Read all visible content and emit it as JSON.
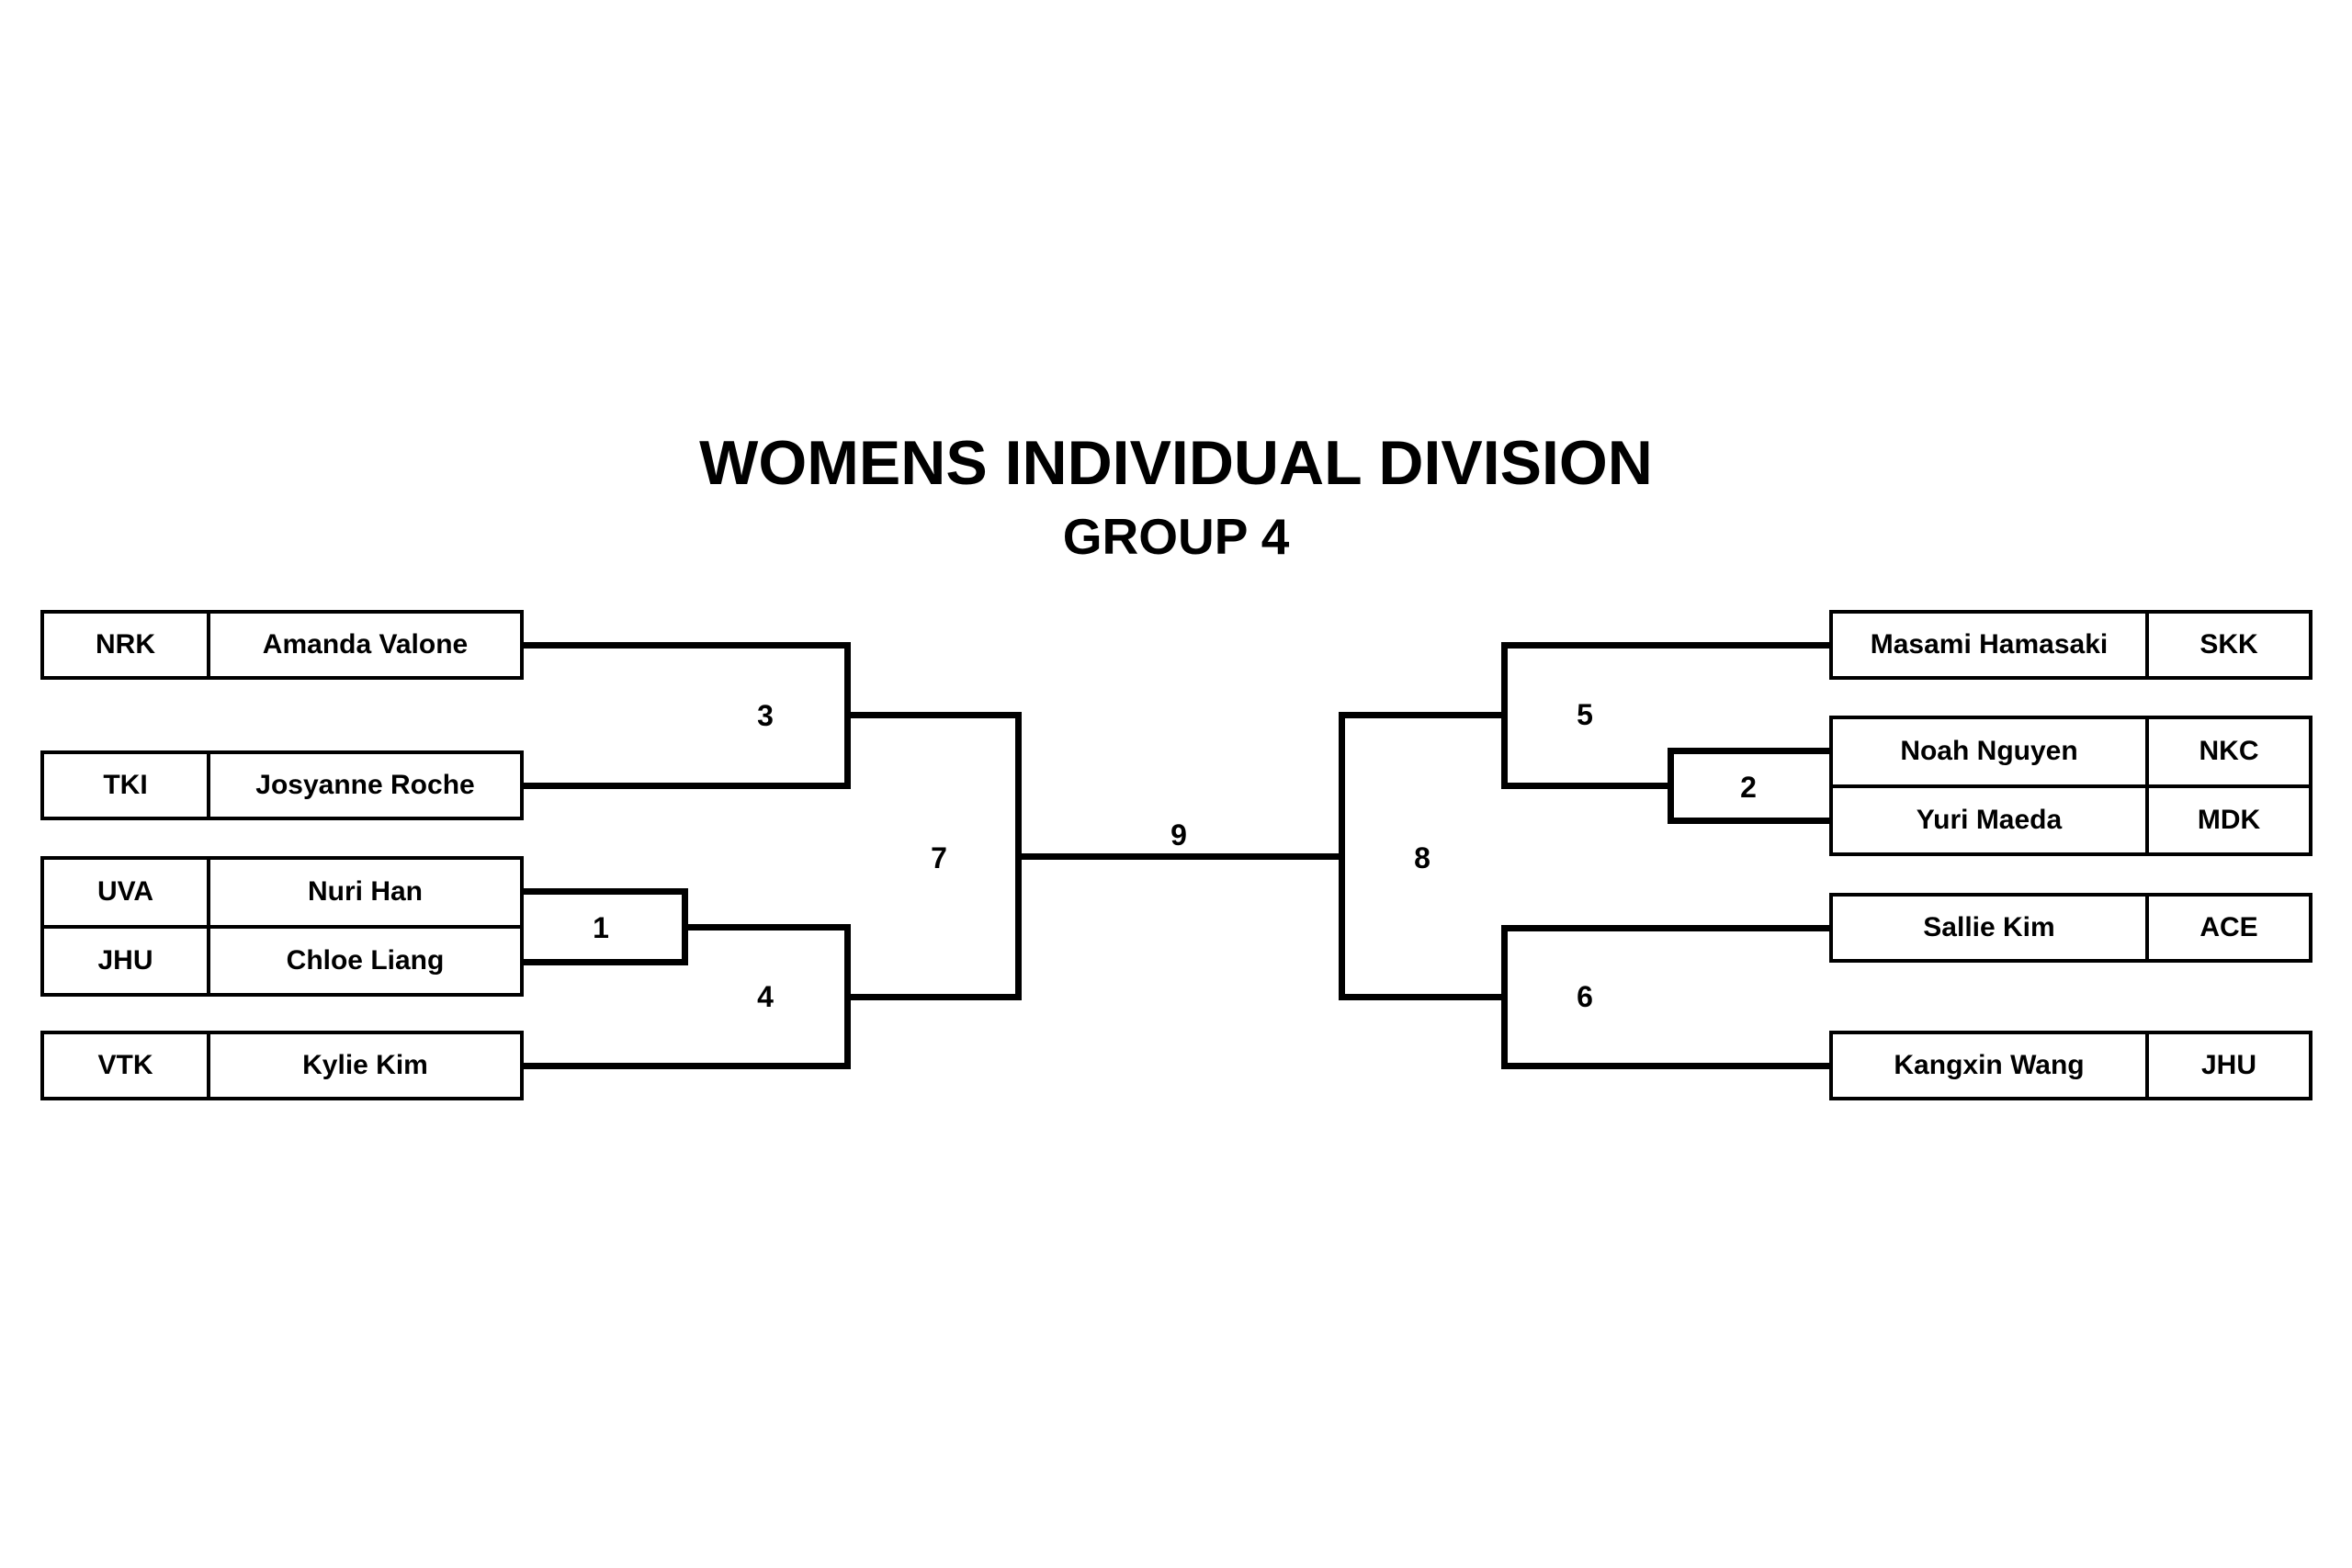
{
  "page": {
    "title": "WOMENS INDIVIDUAL DIVISION",
    "subtitle": "GROUP 4",
    "background": "#ffffff",
    "line_color": "#000000"
  },
  "left_entries": [
    {
      "club": "NRK",
      "name": "Amanda Valone"
    },
    {
      "club": "TKI",
      "name": "Josyanne Roche"
    },
    {
      "club": "UVA",
      "name": "Nuri Han"
    },
    {
      "club": "JHU",
      "name": "Chloe Liang"
    },
    {
      "club": "VTK",
      "name": "Kylie Kim"
    }
  ],
  "right_entries": [
    {
      "name": "Masami Hamasaki",
      "club": "SKK"
    },
    {
      "name": "Noah Nguyen",
      "club": "NKC"
    },
    {
      "name": "Yuri Maeda",
      "club": "MDK"
    },
    {
      "name": "Sallie Kim",
      "club": "ACE"
    },
    {
      "name": "Kangxin Wang",
      "club": "JHU"
    }
  ],
  "match_labels": {
    "m1": "1",
    "m2": "2",
    "m3": "3",
    "m4": "4",
    "m5": "5",
    "m6": "6",
    "m7": "7",
    "m8": "8",
    "m9": "9"
  }
}
